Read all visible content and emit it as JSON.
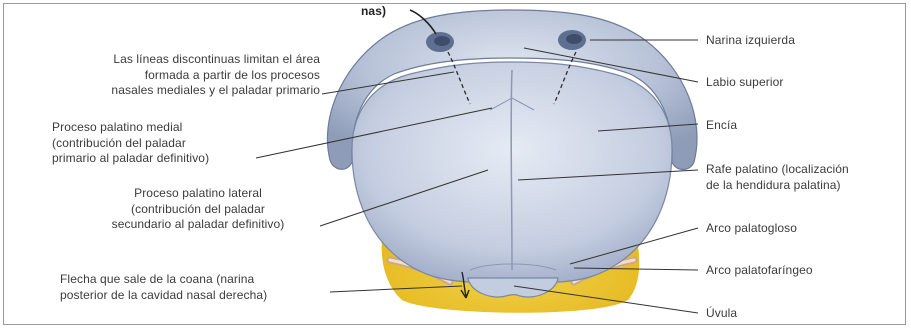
{
  "diagram": {
    "labels_left": {
      "dashed_lines": "Las líneas discontinuas limitan el área\nformada a partir de los procesos\nnasales mediales y el paladar primario",
      "medial": "Proceso palatino medial\n(contribución del paladar\nprimario al paladar definitivo)",
      "lateral": "Proceso palatino lateral\n(contribución del paladar\nsecundario al paladar definitivo)",
      "arrow": "Flecha que sale de la coana (narina\nposterior de la cavidad nasal derecha)"
    },
    "labels_right": {
      "narina": "Narina izquierda",
      "labio": "Labio superior",
      "encia": "Encía",
      "rafe": "Rafe palatino (localización\nde la hendidura palatina)",
      "palatogloso": "Arco palatogloso",
      "palatofaringeo": "Arco palatofaríngeo",
      "uvula": "Úvula"
    },
    "top_fragment": "nas)"
  }
}
